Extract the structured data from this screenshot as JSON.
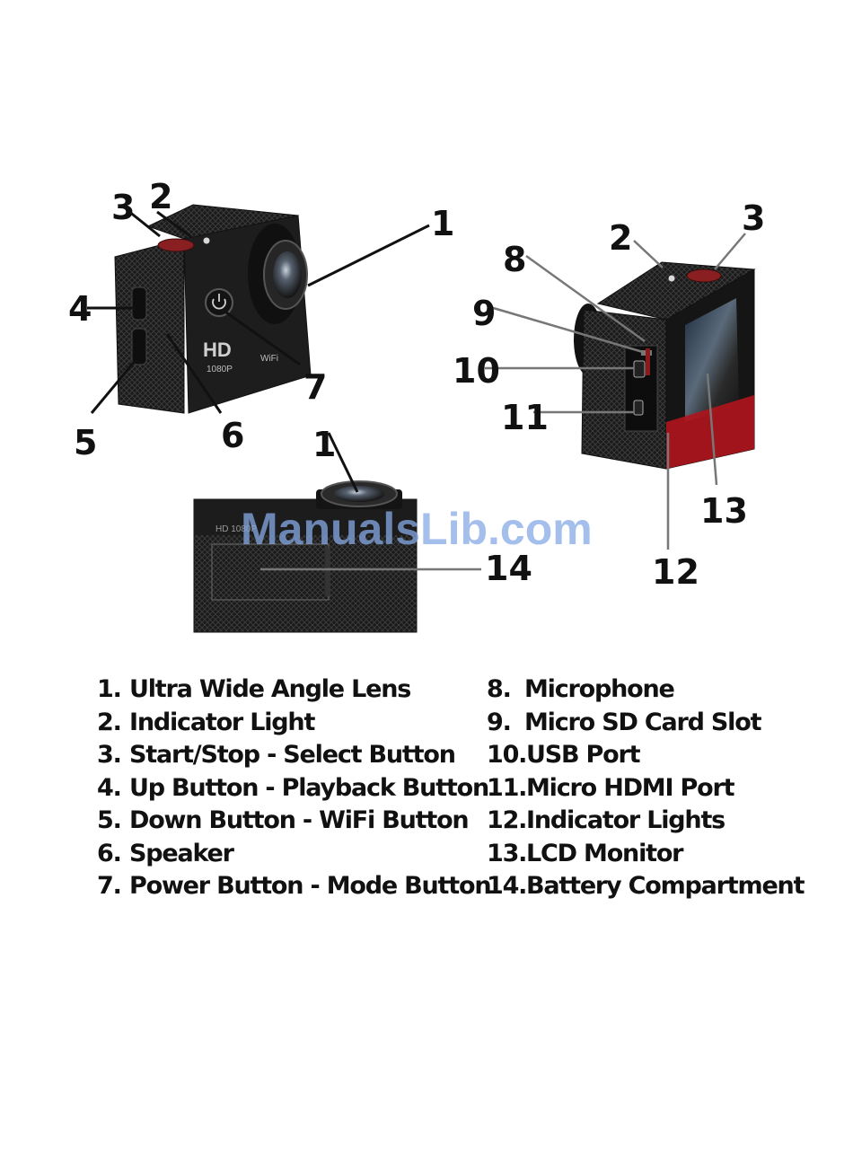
{
  "figure": {
    "watermark": "ManualsLib.com",
    "camera_front": {
      "body_text_hd": "HD",
      "body_text_res": "1080P",
      "body_text_wifi": "WiFi",
      "power_icon": "power-icon",
      "callouts": [
        "1",
        "2",
        "3",
        "4",
        "5",
        "6",
        "7"
      ]
    },
    "camera_back": {
      "callouts": [
        "2",
        "3",
        "8",
        "9",
        "10",
        "11",
        "12",
        "13"
      ]
    },
    "camera_top": {
      "body_text": "HD 1080P",
      "callouts": [
        "1",
        "14"
      ]
    }
  },
  "legend": {
    "left": [
      {
        "num": "1.",
        "label": "Ultra Wide Angle Lens"
      },
      {
        "num": "2.",
        "label": "Indicator Light"
      },
      {
        "num": "3.",
        "label": "Start/Stop - Select Button"
      },
      {
        "num": "4.",
        "label": "Up Button - Playback Button"
      },
      {
        "num": "5.",
        "label": "Down Button - WiFi Button"
      },
      {
        "num": "6.",
        "label": "Speaker"
      },
      {
        "num": "7.",
        "label": "Power Button - Mode Button"
      }
    ],
    "right": [
      {
        "num": "8.",
        "label": "Microphone"
      },
      {
        "num": "9.",
        "label": "Micro SD Card Slot"
      },
      {
        "num": "10.",
        "label": "USB Port"
      },
      {
        "num": "11.",
        "label": "Micro HDMI Port"
      },
      {
        "num": "12.",
        "label": "Indicator Lights"
      },
      {
        "num": "13.",
        "label": "LCD Monitor"
      },
      {
        "num": "14.",
        "label": "Battery Compartment"
      }
    ]
  },
  "colors": {
    "body": "#1c1c1c",
    "body_texture": "#2e2e2e",
    "lens_glass": "#3b4756",
    "shutter_red": "#8a1f22",
    "lcd_red": "#b0141c",
    "watermark": "#87aae6"
  }
}
